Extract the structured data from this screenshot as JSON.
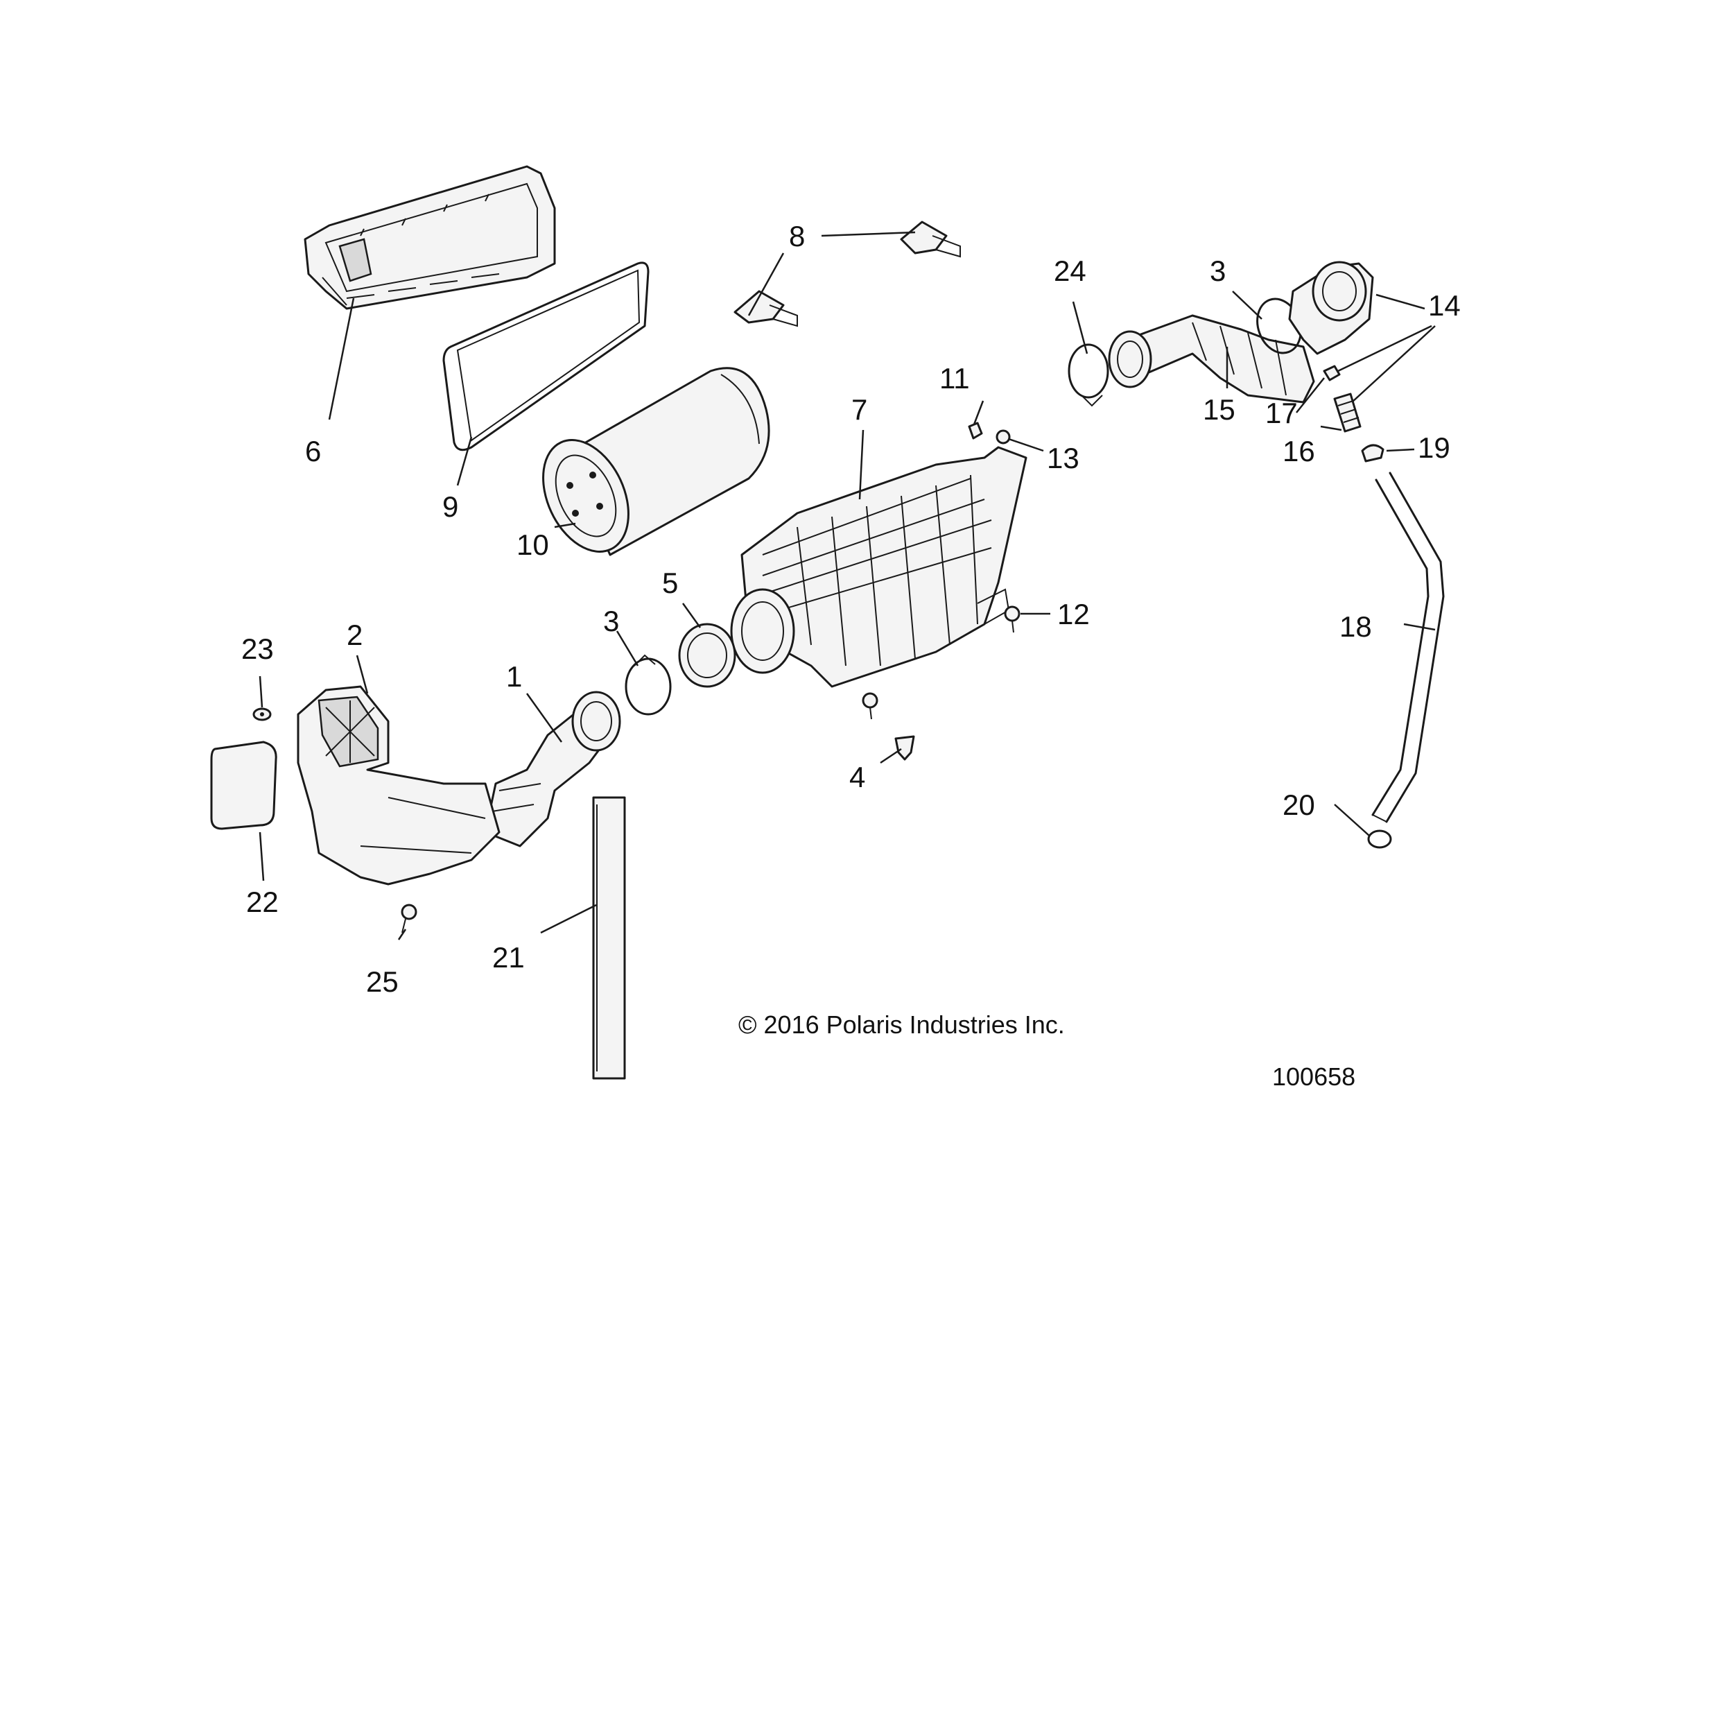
{
  "diagram": {
    "copyright": "© 2016 Polaris Industries Inc.",
    "drawing_number": "100658",
    "callouts": [
      "1",
      "2",
      "3",
      "3",
      "4",
      "5",
      "6",
      "7",
      "8",
      "9",
      "10",
      "11",
      "12",
      "13",
      "14",
      "15",
      "16",
      "17",
      "18",
      "19",
      "20",
      "21",
      "22",
      "23",
      "24",
      "25"
    ],
    "line_color": "#1a1a1a",
    "background": "#ffffff"
  }
}
